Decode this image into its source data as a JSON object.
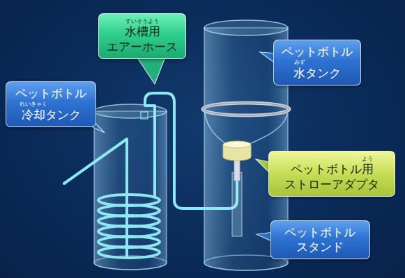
{
  "diagram": {
    "nodes": [
      {
        "text": [
          "すいそうよう",
          "水槽用",
          "エアーホース"
        ]
      },
      {
        "text": [
          "ペットボトル",
          "みず",
          "水タンク"
        ]
      },
      {
        "text": [
          "ペットボトル",
          "れいきゃく",
          "冷却タンク"
        ]
      },
      {
        "text": [
          "よう",
          "ペットボトル用",
          "ストローアダプタ"
        ]
      },
      {
        "text": [
          "ペットボトル スタンド"
        ]
      }
    ]
  }
}
